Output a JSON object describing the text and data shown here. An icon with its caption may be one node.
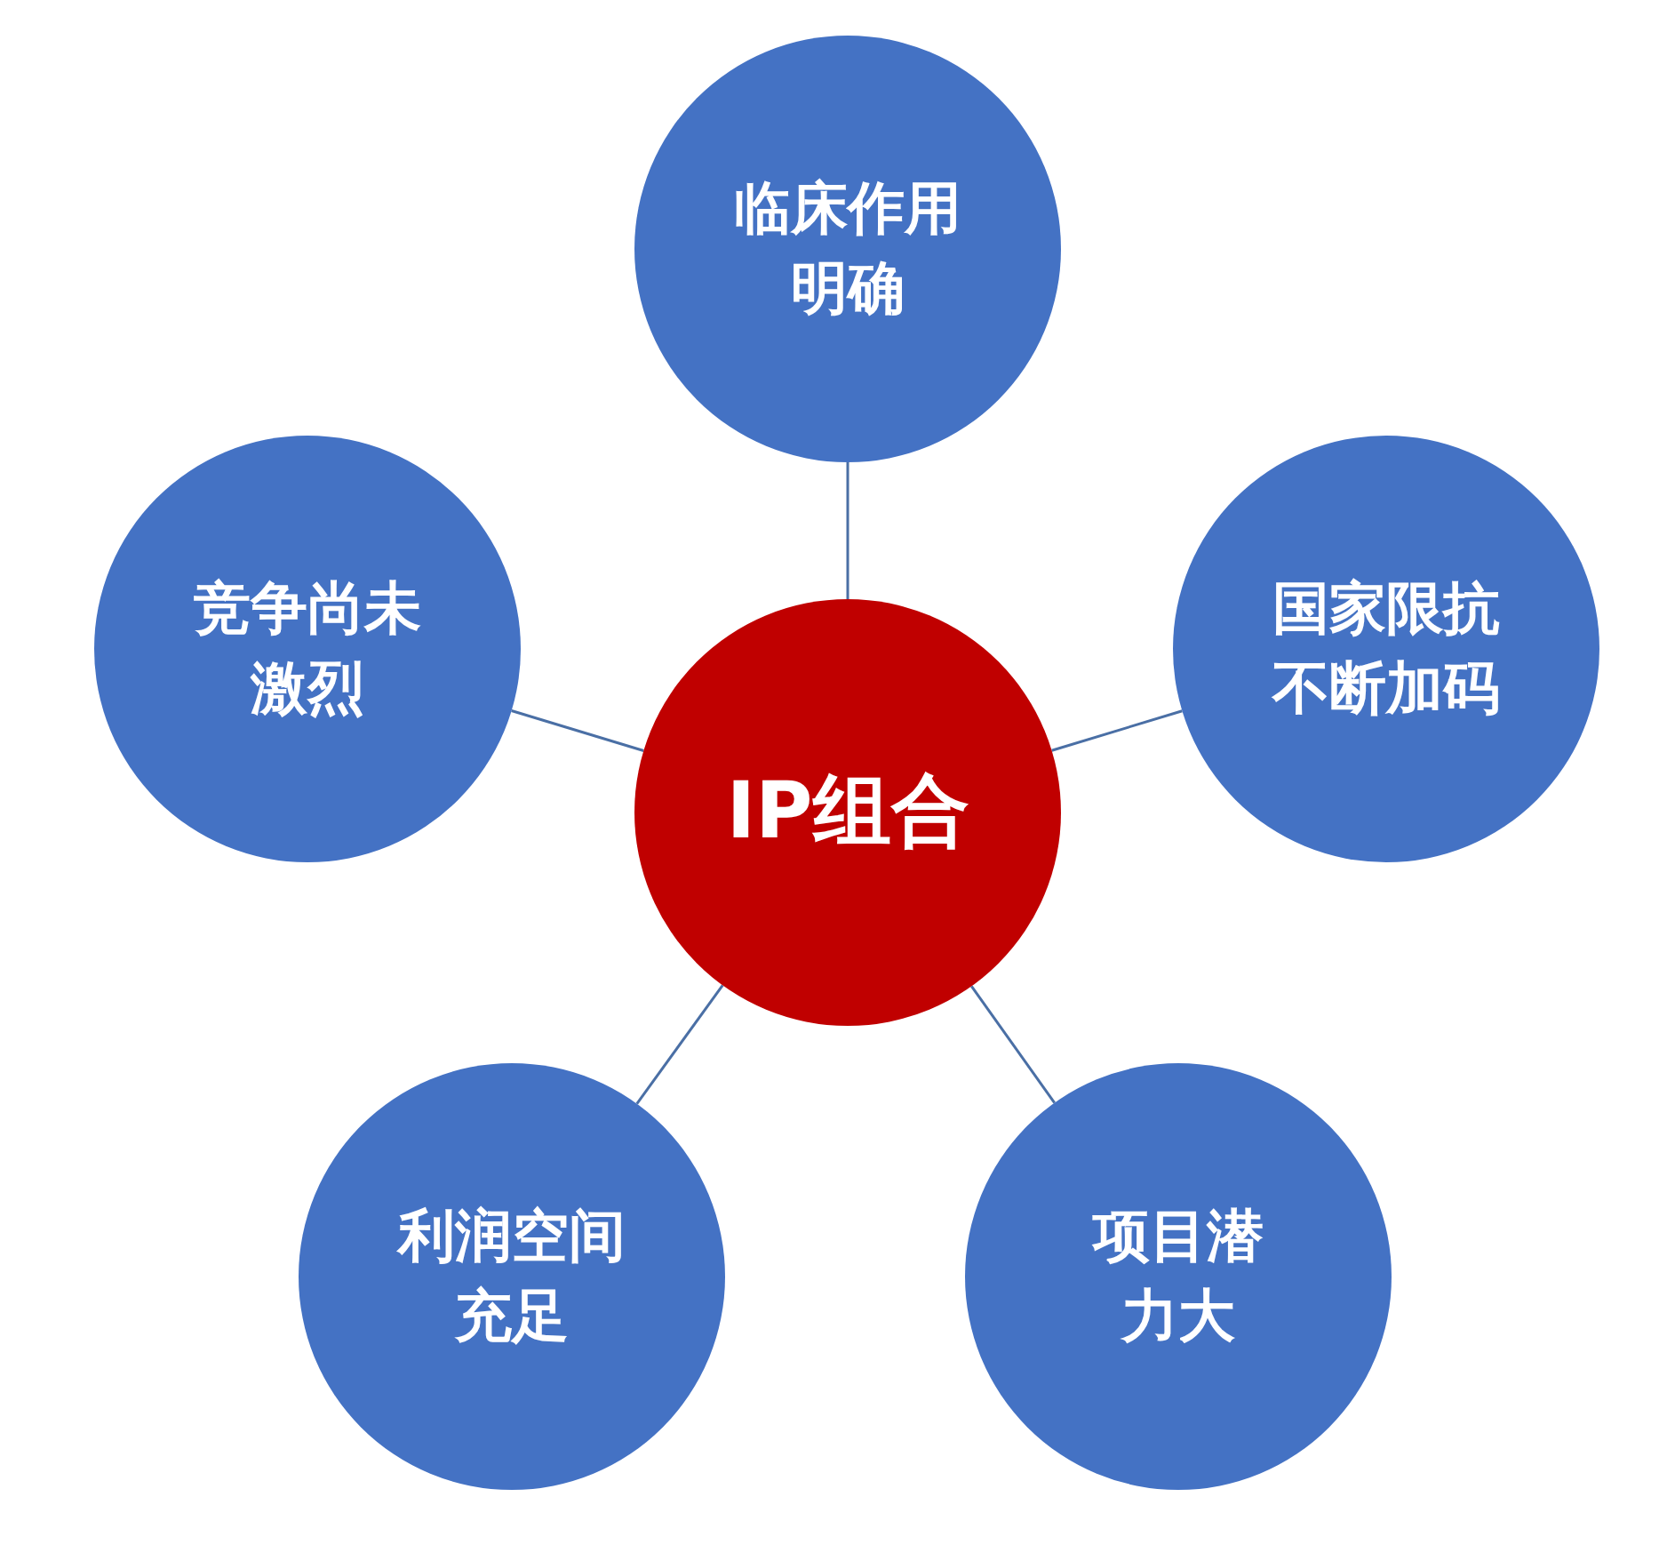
{
  "diagram": {
    "nodes": [
      {
        "text": [
          "IP组合"
        ]
      },
      {
        "text": [
          "临床作用明确"
        ]
      },
      {
        "text": [
          "国家限抗不断加码"
        ]
      },
      {
        "text": [
          "项目潜力大"
        ]
      },
      {
        "text": [
          "利润空间充足"
        ]
      },
      {
        "text": [
          "竞争尚未激烈"
        ]
      }
    ],
    "edges": [
      {
        "from": 0,
        "to": 1,
        "arrow": "none"
      },
      {
        "from": 0,
        "to": 2,
        "arrow": "none"
      },
      {
        "from": 0,
        "to": 3,
        "arrow": "none"
      },
      {
        "from": 0,
        "to": 4,
        "arrow": "none"
      },
      {
        "from": 0,
        "to": 5,
        "arrow": "none"
      }
    ]
  }
}
